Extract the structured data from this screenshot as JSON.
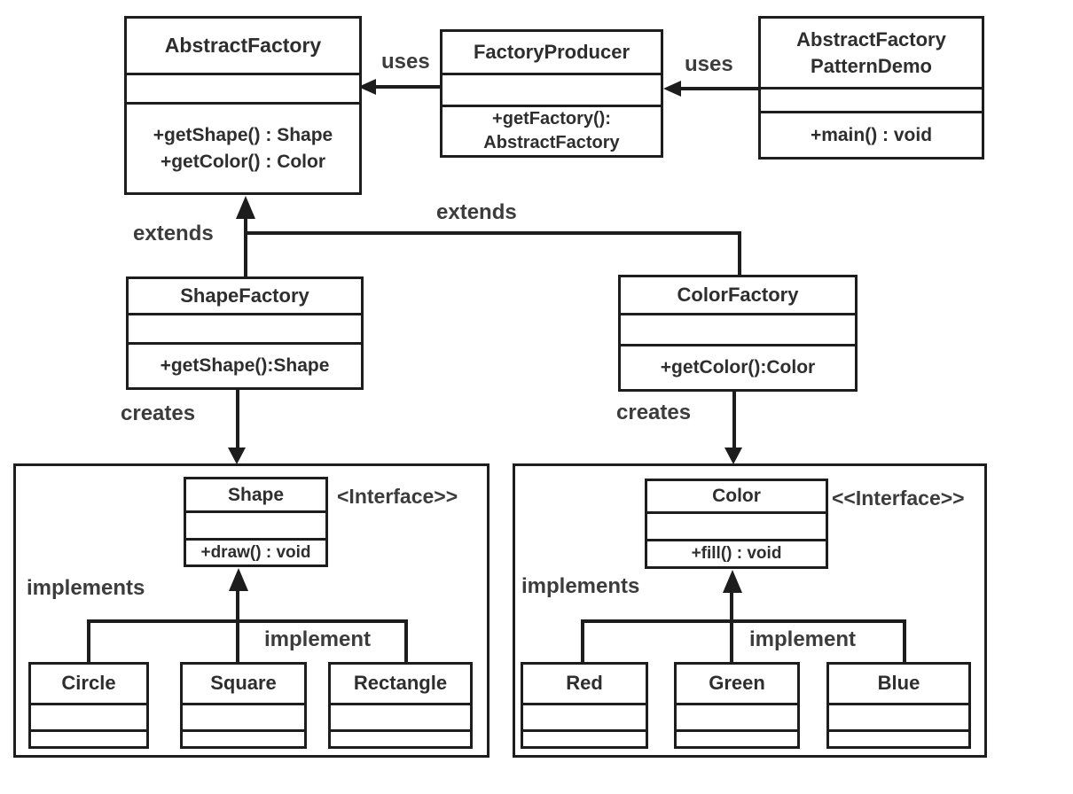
{
  "classes": {
    "abstract_factory": {
      "name": "AbstractFactory",
      "methods": [
        "+getShape() : Shape",
        "+getColor() : Color"
      ]
    },
    "factory_producer": {
      "name": "FactoryProducer",
      "methods": [
        "+getFactory():",
        "AbstractFactory"
      ]
    },
    "abstract_factory_pattern_demo": {
      "name_line1": "AbstractFactory",
      "name_line2": "PatternDemo",
      "methods": [
        "+main() : void"
      ]
    },
    "shape_factory": {
      "name": "ShapeFactory",
      "methods": [
        "+getShape():Shape"
      ]
    },
    "color_factory": {
      "name": "ColorFactory",
      "methods": [
        "+getColor():Color"
      ]
    },
    "shape": {
      "name": "Shape",
      "stereotype": "<Interface>>",
      "methods": [
        "+draw() : void"
      ]
    },
    "color": {
      "name": "Color",
      "stereotype": "<<Interface>>",
      "methods": [
        "+fill() : void"
      ]
    },
    "circle": {
      "name": "Circle"
    },
    "square": {
      "name": "Square"
    },
    "rectangle": {
      "name": "Rectangle"
    },
    "red": {
      "name": "Red"
    },
    "green": {
      "name": "Green"
    },
    "blue": {
      "name": "Blue"
    }
  },
  "relationships": {
    "uses_producer": "uses",
    "uses_demo": "uses",
    "extends_shape": "extends",
    "extends_color": "extends",
    "creates_shape": "creates",
    "creates_color": "creates",
    "implements_shape": "implements",
    "implements_color": "implements",
    "implement_shape": "implement",
    "implement_color": "implement"
  }
}
